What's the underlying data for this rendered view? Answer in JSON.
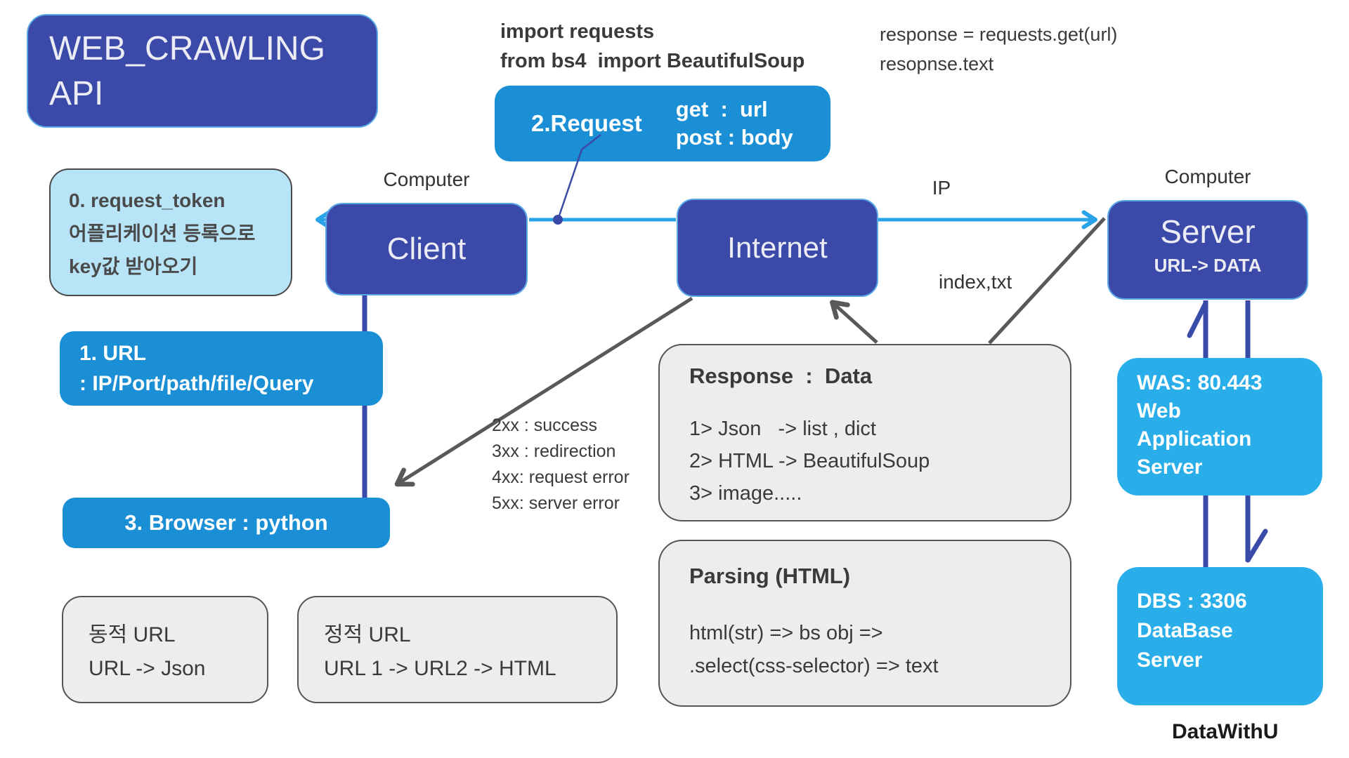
{
  "title": {
    "line1": "WEB_CRAWLING",
    "line2": "API"
  },
  "code_top_left": {
    "line1": "import requests",
    "line2": "from bs4  import BeautifulSoup"
  },
  "code_top_right": {
    "line1": "response = requests.get(url)",
    "line2": "resopnse.text"
  },
  "request_box": {
    "label": "2.Request",
    "line1": "get  :  url",
    "line2": "post : body"
  },
  "token_box": {
    "line1": "0. request_token",
    "line2": "어플리케이션 등록으로",
    "line3": "key값 받아오기"
  },
  "client": {
    "caption": "Computer",
    "label": "Client"
  },
  "internet": {
    "label": "Internet"
  },
  "server": {
    "caption": "Computer",
    "label": "Server",
    "sub": "URL-> DATA"
  },
  "edges": {
    "ip_label": "IP",
    "index_label": "index,txt"
  },
  "url_box": {
    "line1": "1. URL",
    "line2": ": IP/Port/path/file/Query"
  },
  "status_codes": {
    "lines": [
      "2xx : success",
      "3xx : redirection",
      "4xx: request error",
      "5xx: server error"
    ]
  },
  "browser_box": {
    "label": "3. Browser : python"
  },
  "response_box": {
    "title": "Response  :  Data",
    "items": [
      "1> Json   -> list , dict",
      "2> HTML -> BeautifulSoup",
      "3> image....."
    ]
  },
  "parsing_box": {
    "title": "Parsing (HTML)",
    "line1": "html(str) => bs obj =>",
    "line2": ".select(css-selector) => text"
  },
  "dynamic_box": {
    "line1": "동적 URL",
    "line2": "URL -> Json"
  },
  "static_box": {
    "line1": "정적 URL",
    "line2": "URL 1 -> URL2 -> HTML"
  },
  "was_box": {
    "line1": "WAS: 80.443",
    "line2": "Web",
    "line3": "Application",
    "line4": "Server"
  },
  "dbs_box": {
    "line1": "DBS : 3306",
    "line2": "DataBase",
    "line3": "Server"
  },
  "footer": {
    "brand": "DataWithU"
  },
  "colors": {
    "dark_blue": "#3B4AA8",
    "mid_blue": "#1B8FD6",
    "sky_blue": "#29AEEA",
    "pale_blue": "#B8E4F8",
    "panel_gray": "#EDEDED",
    "line_blue": "#29A3E8",
    "arrow_indigo": "#3A49A5",
    "arrow_gray": "#595959",
    "text_dark": "#3A3A3A"
  }
}
